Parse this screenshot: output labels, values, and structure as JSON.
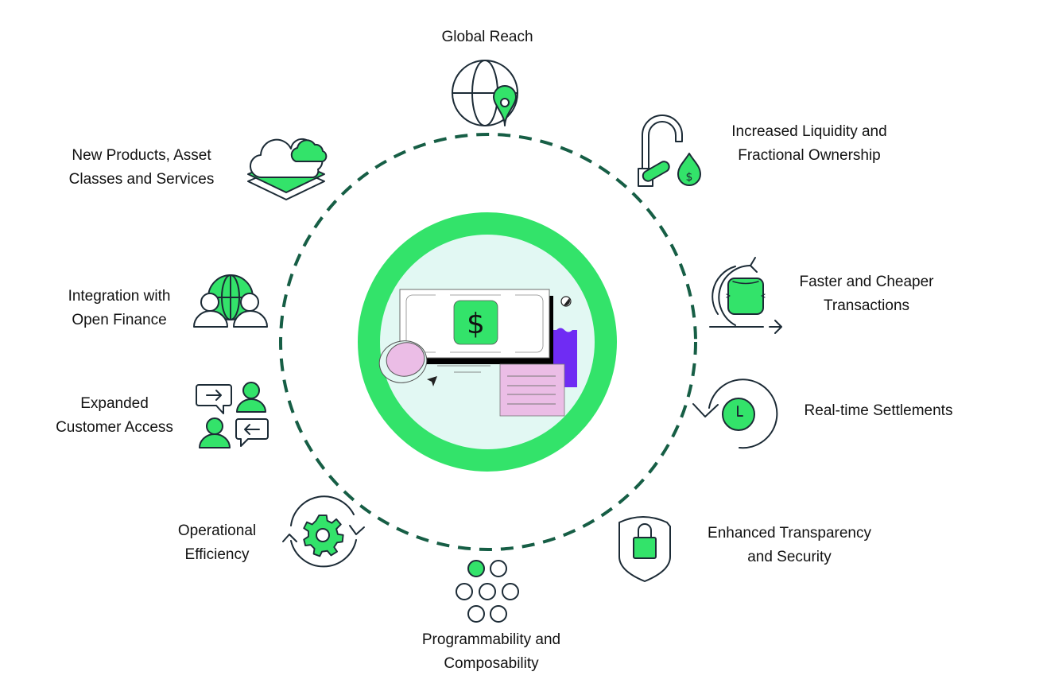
{
  "diagram": {
    "center": {
      "name": "digital-asset-illustration",
      "currency_symbol": "$"
    },
    "colors": {
      "accent_green": "#33e36a",
      "ring_green": "#33e36a",
      "inner_fill": "#e2f8f3",
      "dashed_circle": "#165e45",
      "icon_stroke": "#1c2b36",
      "purple": "#6f2cf3",
      "pink": "#ebbde6"
    },
    "benefits": [
      {
        "id": "global-reach",
        "lines": [
          "Global Reach"
        ],
        "icon": "globe-location-pin-icon"
      },
      {
        "id": "liquidity",
        "lines": [
          "Increased Liquidity and",
          "Fractional Ownership"
        ],
        "icon": "faucet-dollar-drop-icon"
      },
      {
        "id": "transactions",
        "lines": [
          "Faster and Cheaper",
          "Transactions"
        ],
        "icon": "cycle-arrows-code-icon"
      },
      {
        "id": "settlements",
        "lines": [
          "Real-time Settlements"
        ],
        "icon": "clock-refresh-icon"
      },
      {
        "id": "transparency",
        "lines": [
          "Enhanced Transparency",
          "and Security"
        ],
        "icon": "shield-lock-icon"
      },
      {
        "id": "programmability",
        "lines": [
          "Programmability and",
          "Composability"
        ],
        "icon": "dot-grid-icon"
      },
      {
        "id": "efficiency",
        "lines": [
          "Operational",
          "Efficiency"
        ],
        "icon": "gear-cycle-icon"
      },
      {
        "id": "customer-access",
        "lines": [
          "Expanded",
          "Customer Access"
        ],
        "icon": "people-chat-icon"
      },
      {
        "id": "open-finance",
        "lines": [
          "Integration with",
          "Open Finance"
        ],
        "icon": "people-globe-icon"
      },
      {
        "id": "new-products",
        "lines": [
          "New Products, Asset",
          "Classes and Services"
        ],
        "icon": "cloud-layers-icon"
      }
    ]
  }
}
